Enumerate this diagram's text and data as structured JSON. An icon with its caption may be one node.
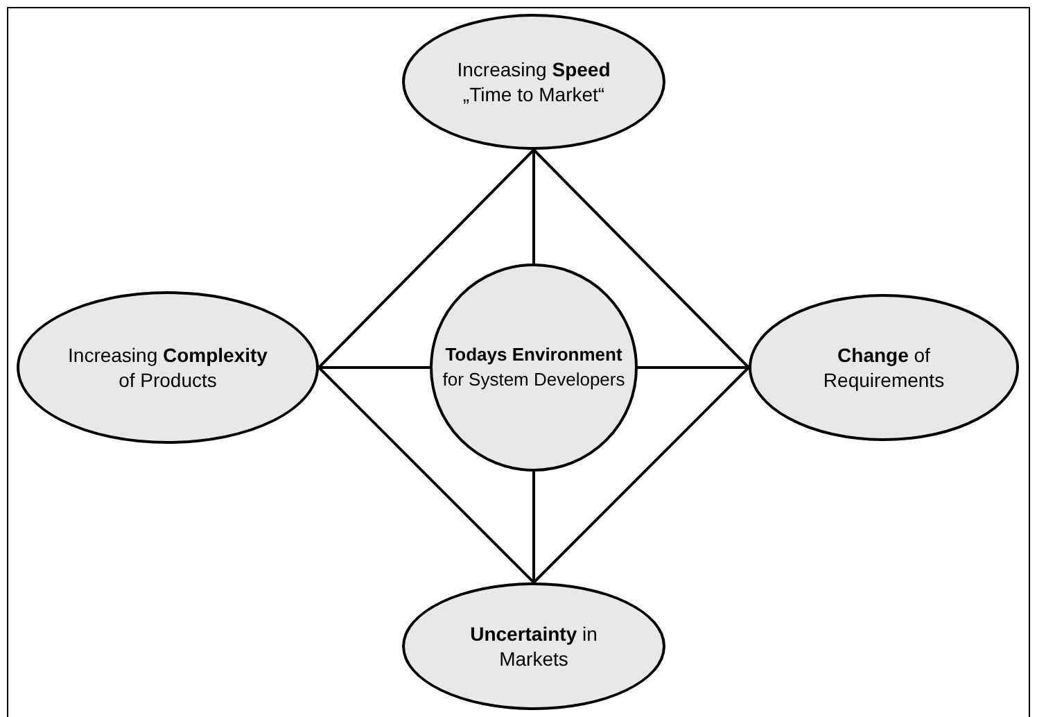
{
  "diagram": {
    "nodes": [
      {
        "text": [
          "Increasing **Speed** „Time to Market“"
        ]
      },
      {
        "text": [
          "Increasing **Complexity** of Products"
        ]
      },
      {
        "text": [
          "**Todays Environment** for System Developers"
        ]
      },
      {
        "text": [
          "**Change** of Requirements"
        ]
      },
      {
        "text": [
          "**Uncertainty** in Markets"
        ]
      }
    ],
    "edges": [
      {
        "from": 0,
        "to": 1,
        "arrow": "none"
      },
      {
        "from": 0,
        "to": 3,
        "arrow": "none"
      },
      {
        "from": 1,
        "to": 4,
        "arrow": "none"
      },
      {
        "from": 3,
        "to": 4,
        "arrow": "none"
      },
      {
        "from": 2,
        "to": 0,
        "arrow": "none"
      },
      {
        "from": 2,
        "to": 1,
        "arrow": "none"
      },
      {
        "from": 2,
        "to": 3,
        "arrow": "none"
      },
      {
        "from": 2,
        "to": 4,
        "arrow": "none"
      }
    ]
  }
}
